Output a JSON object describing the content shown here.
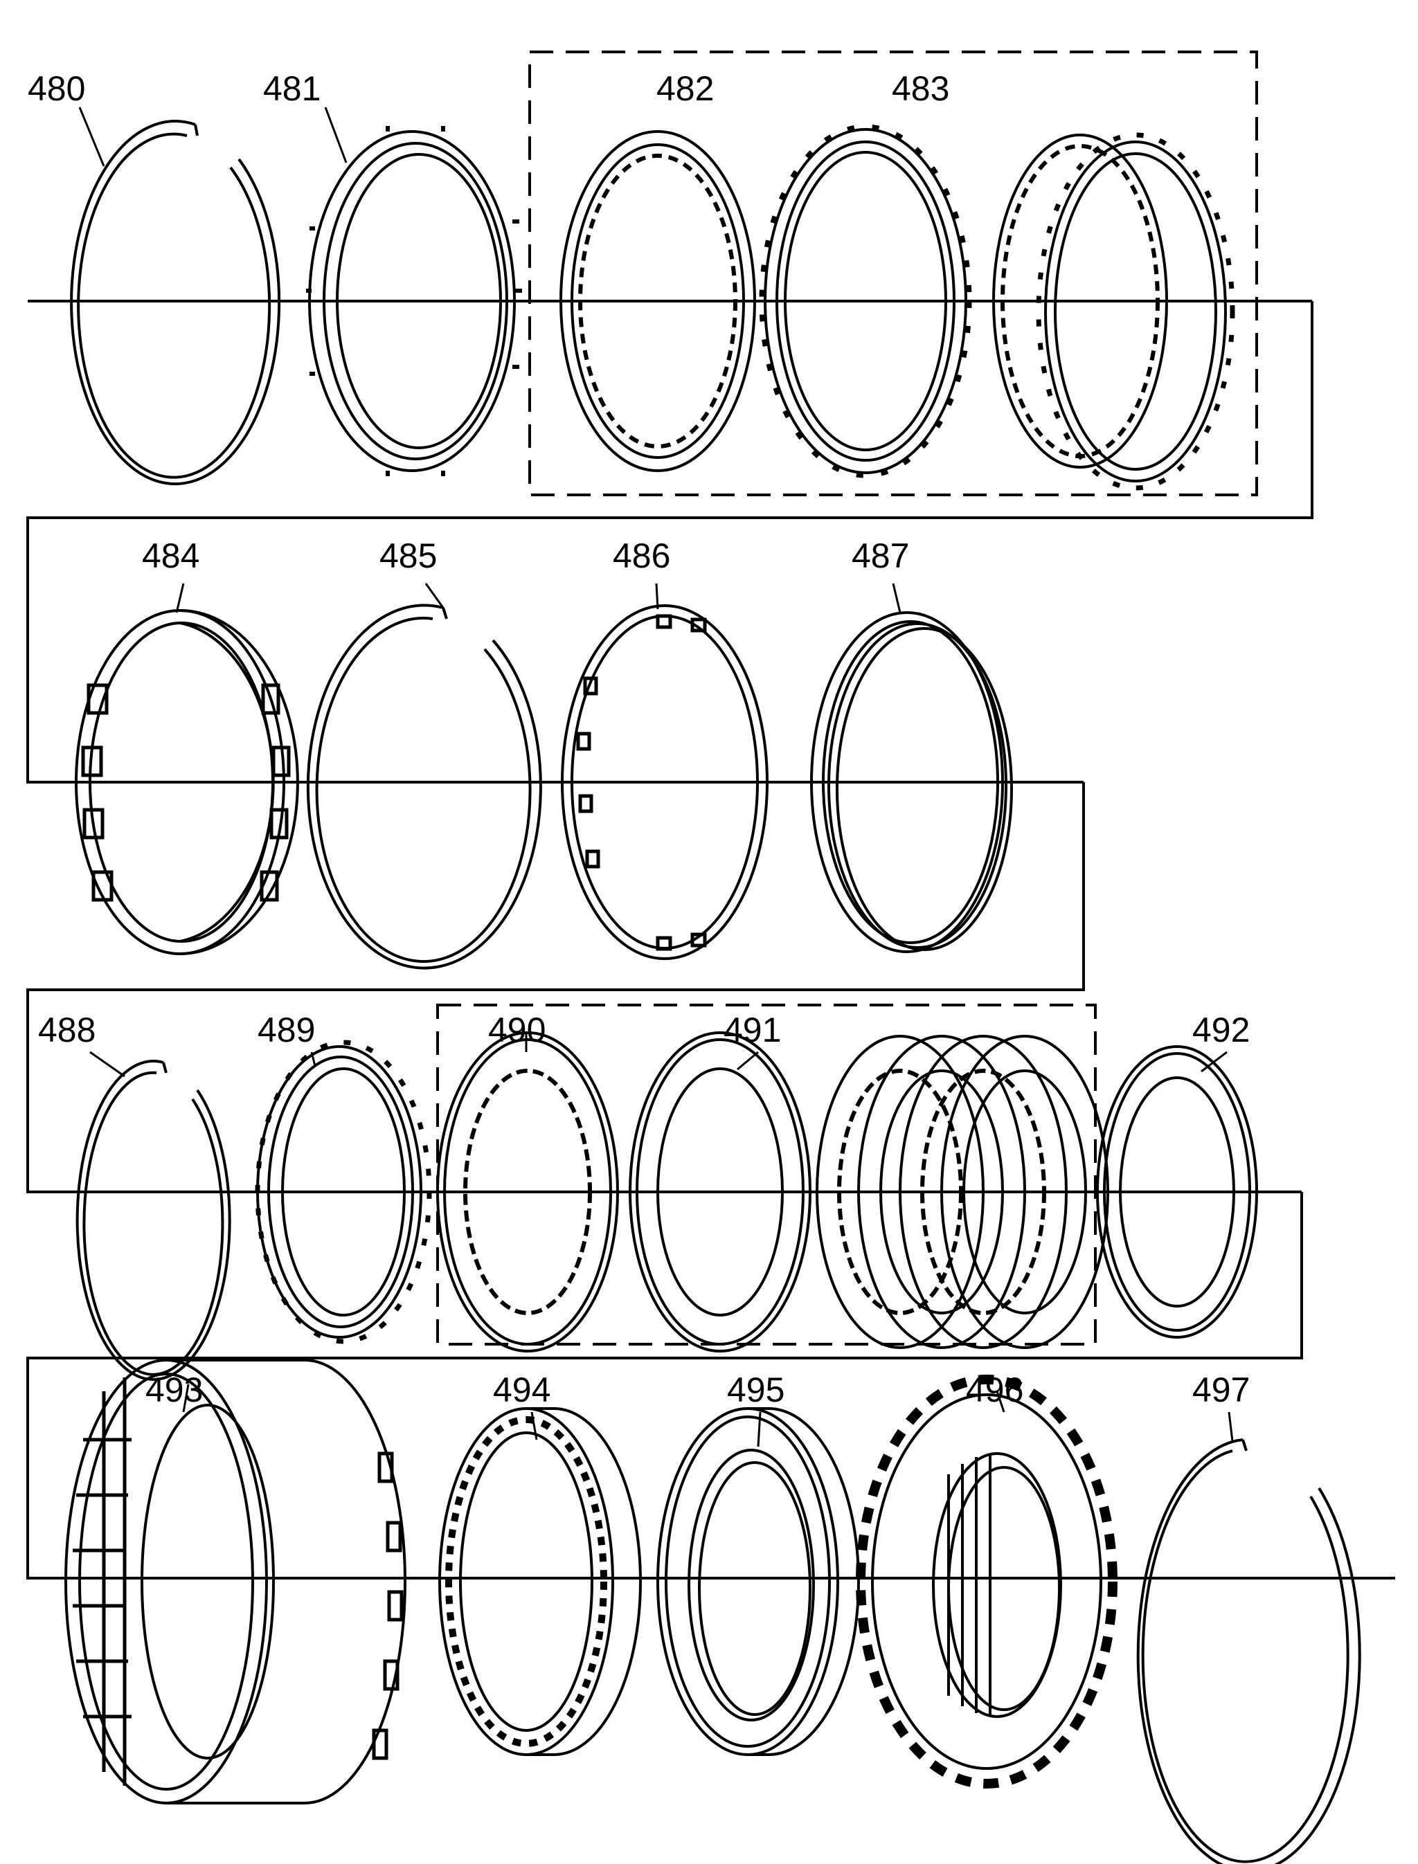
{
  "parts": [
    {
      "id": "480",
      "label": "480",
      "shape": "snap-ring"
    },
    {
      "id": "481",
      "label": "481",
      "shape": "toothed-plate"
    },
    {
      "id": "482",
      "label": "482",
      "shape": "inner-tooth-plate"
    },
    {
      "id": "483",
      "label": "483",
      "shape": "toothed-plate"
    },
    {
      "id": "484",
      "label": "484",
      "shape": "slotted-ring"
    },
    {
      "id": "485",
      "label": "485",
      "shape": "snap-ring"
    },
    {
      "id": "486",
      "label": "486",
      "shape": "inner-tab-plate"
    },
    {
      "id": "487",
      "label": "487",
      "shape": "wave-plate"
    },
    {
      "id": "488",
      "label": "488",
      "shape": "snap-ring"
    },
    {
      "id": "489",
      "label": "489",
      "shape": "toothed-plate"
    },
    {
      "id": "490",
      "label": "490",
      "shape": "friction-plate"
    },
    {
      "id": "491",
      "label": "491",
      "shape": "steel-plate"
    },
    {
      "id": "492",
      "label": "492",
      "shape": "steel-plate"
    },
    {
      "id": "493",
      "label": "493",
      "shape": "clutch-housing"
    },
    {
      "id": "494",
      "label": "494",
      "shape": "roller-clutch"
    },
    {
      "id": "495",
      "label": "495",
      "shape": "race"
    },
    {
      "id": "496",
      "label": "496",
      "shape": "sprag-hub"
    },
    {
      "id": "497",
      "label": "497",
      "shape": "snap-ring"
    }
  ],
  "colors": {
    "line": "#000000",
    "background": "#ffffff"
  }
}
